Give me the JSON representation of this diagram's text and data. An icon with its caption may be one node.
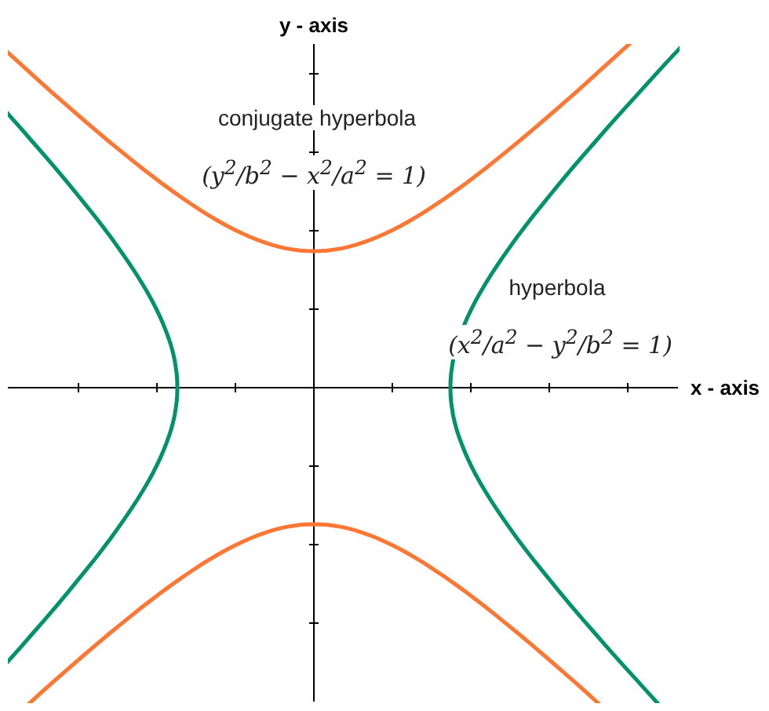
{
  "diagram": {
    "labels": [
      "y - axis",
      "conjugate hyperbola",
      "(y$^{2}$/b$^{2}$ − x$^{2}$/a$^{2}$ = 1)",
      "hyperbola",
      "(x$^{2}$/a$^{2}$ − y$^{2}$/b$^{2}$ = 1)",
      "x - axis"
    ]
  }
}
